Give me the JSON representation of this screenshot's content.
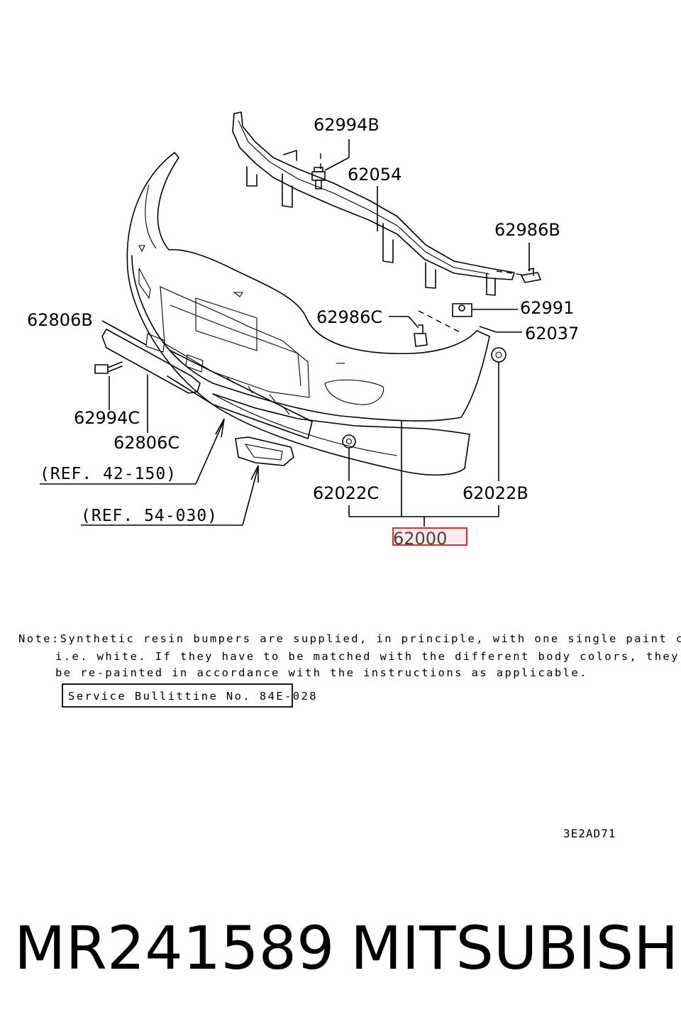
{
  "diagram": {
    "part_labels": {
      "p62994B": "62994B",
      "p62054": "62054",
      "p62986B": "62986B",
      "p62991": "62991",
      "p62037": "62037",
      "p62986C": "62986C",
      "p62806B": "62806B",
      "p62994C": "62994C",
      "p62806C": "62806C",
      "p62022C": "62022C",
      "p62022B": "62022B",
      "p62000": "62000"
    },
    "references": {
      "ref1": "(REF. 42-150)",
      "ref2": "(REF. 54-030)"
    },
    "highlight_color": "#e03030"
  },
  "note": {
    "line1": "Note:Synthetic resin bumpers are supplied, in principle, with one single paint color",
    "line2": "i.e. white. If they have to be matched with the different body colors, they are to",
    "line3": "be re-painted in accordance with the instructions as applicable.",
    "bulletin": "Service Bullittine No. 84E-028"
  },
  "diagram_code": "3E2AD71",
  "footer": {
    "part_number": "MR241589",
    "brand": "MITSUBISHI"
  }
}
